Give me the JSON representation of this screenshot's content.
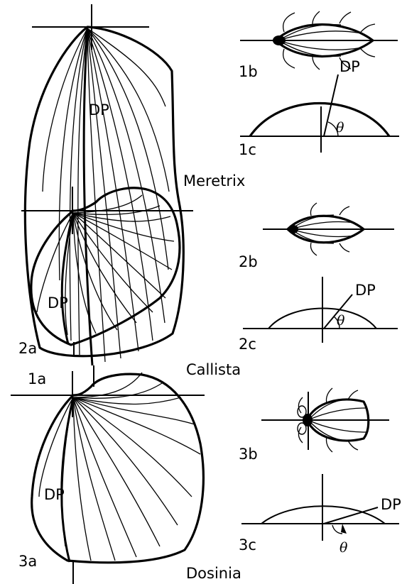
{
  "figure": {
    "species": [
      {
        "name": "Meretrix",
        "panel_a": "1a",
        "panel_b": "1b",
        "panel_c": "1c",
        "dp_label_a": "DP",
        "dp_label_c": "DP",
        "angle_symbol": "θ"
      },
      {
        "name": "Callista",
        "panel_a": "2a",
        "panel_b": "2b",
        "panel_c": "2c",
        "dp_label_a": "DP",
        "dp_label_c": "DP",
        "angle_symbol": "θ"
      },
      {
        "name": "Dosinia",
        "panel_a": "3a",
        "panel_b": "3b",
        "panel_c": "3c",
        "dp_label_a": "DP",
        "dp_label_c": "DP",
        "angle_symbol": "θ"
      }
    ]
  }
}
